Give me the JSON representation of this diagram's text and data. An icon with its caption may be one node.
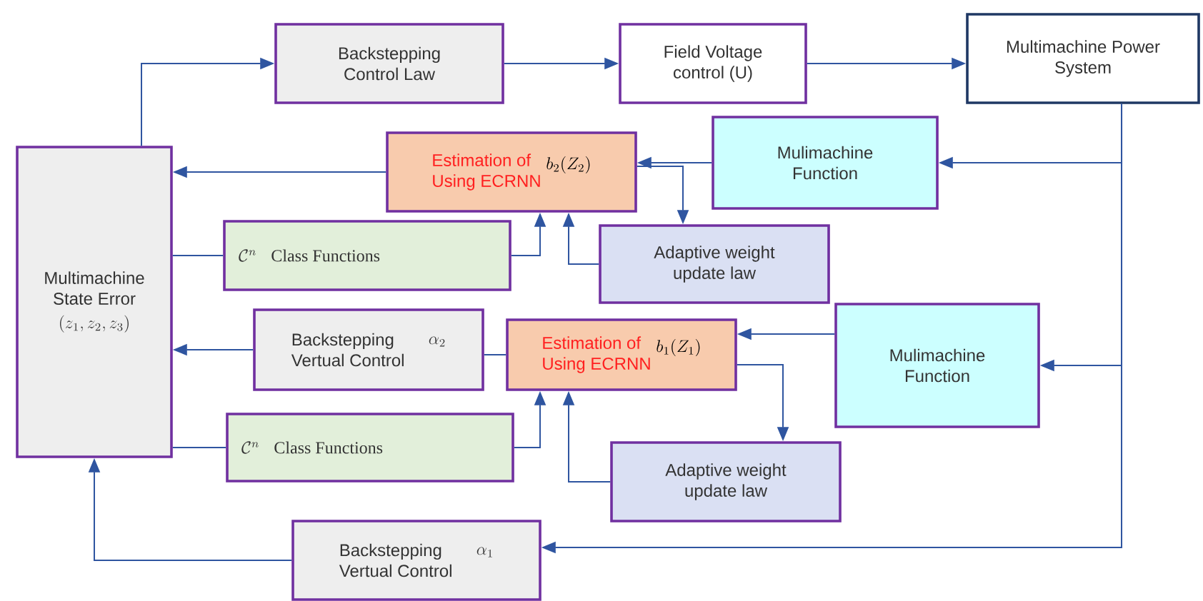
{
  "diagram": {
    "nodes": [
      {
        "text": [
          "Backstepping Control Law"
        ]
      },
      {
        "text": [
          "Field Voltage control (U)"
        ]
      },
      {
        "text": [
          "Multimachine Power System"
        ]
      },
      {
        "text": [
          "Estimation of Using ECRNN",
          "b_2(Z_2)"
        ]
      },
      {
        "text": [
          "Mulimachine Function"
        ]
      },
      {
        "text": [
          "Multimachine State Error",
          "(z_1, z_2, z_3)"
        ]
      },
      {
        "text": [
          "\\mathcal{C}^n",
          "Class Functions"
        ]
      },
      {
        "text": [
          "Adaptive weight update law"
        ]
      },
      {
        "text": [
          "Backstepping Vertual Control",
          "\\alpha_2"
        ]
      },
      {
        "text": [
          "Estimation of Using ECRNN",
          "b_1(Z_1)"
        ]
      },
      {
        "text": [
          "Mulimachine Function"
        ]
      },
      {
        "text": [
          "\\mathcal{C}^n",
          "Class Functions"
        ]
      },
      {
        "text": [
          "Adaptive weight update law"
        ]
      },
      {
        "text": [
          "Backstepping Vertual Control",
          "\\alpha_1"
        ]
      }
    ],
    "edges": [
      {
        "from": 5,
        "to": 0,
        "arrow": "to"
      },
      {
        "from": 0,
        "to": 1,
        "arrow": "to"
      },
      {
        "from": 1,
        "to": 2,
        "arrow": "to"
      },
      {
        "from": 2,
        "to": 4,
        "arrow": "to"
      },
      {
        "from": 2,
        "to": 10,
        "arrow": "to"
      },
      {
        "from": 2,
        "to": 13,
        "arrow": "to"
      },
      {
        "from": 4,
        "to": 3,
        "arrow": "to"
      },
      {
        "from": 3,
        "to": 5,
        "arrow": "to"
      },
      {
        "from": 3,
        "to": 7,
        "arrow": "to"
      },
      {
        "from": 6,
        "to": 3,
        "arrow": "to"
      },
      {
        "from": 7,
        "to": 3,
        "arrow": "to"
      },
      {
        "from": 5,
        "to": 6,
        "arrow": "none"
      },
      {
        "from": 9,
        "to": 8,
        "arrow": "none"
      },
      {
        "from": 8,
        "to": 5,
        "arrow": "to"
      },
      {
        "from": 10,
        "to": 9,
        "arrow": "to"
      },
      {
        "from": 9,
        "to": 12,
        "arrow": "to"
      },
      {
        "from": 11,
        "to": 9,
        "arrow": "to"
      },
      {
        "from": 12,
        "to": 9,
        "arrow": "to"
      },
      {
        "from": 5,
        "to": 11,
        "arrow": "none"
      },
      {
        "from": 13,
        "to": 5,
        "arrow": "to"
      }
    ]
  }
}
